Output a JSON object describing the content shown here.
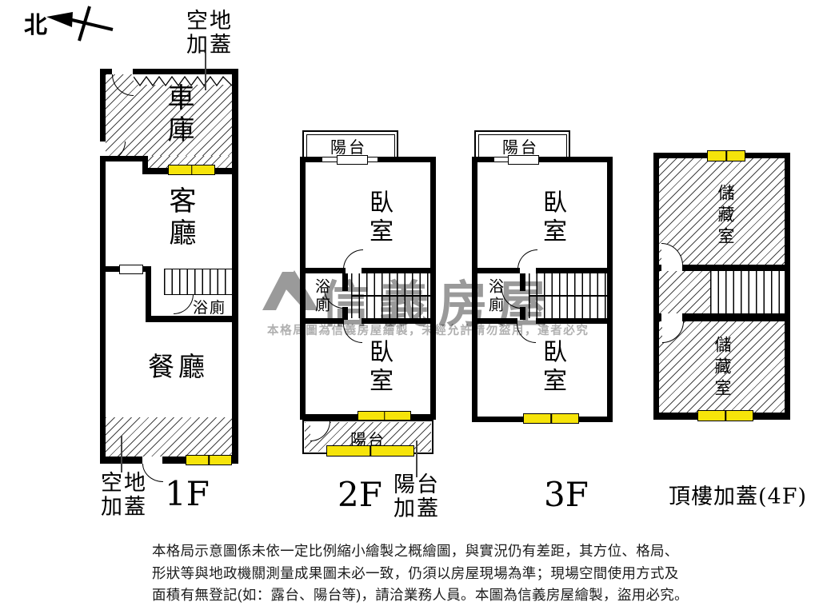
{
  "compass": {
    "north_label": "北"
  },
  "floor1": {
    "top_annex_line1": "空地",
    "top_annex_line2": "加蓋",
    "garage": "車庫",
    "living": "客廳",
    "bath": "浴廁",
    "dining": "餐廳",
    "bottom_annex_line1": "空地",
    "bottom_annex_line2": "加蓋",
    "floor_label": "1F"
  },
  "floor2": {
    "balcony_top": "陽台",
    "bedroom1": "臥室",
    "bath": "浴廁",
    "bedroom2": "臥室",
    "balcony_bottom": "陽台",
    "annex_line1": "陽台",
    "annex_line2": "加蓋",
    "floor_label": "2F"
  },
  "floor3": {
    "balcony_top": "陽台",
    "bedroom1": "臥室",
    "bath": "浴廁",
    "bedroom2": "臥室",
    "floor_label": "3F"
  },
  "floor4": {
    "storage1": "儲藏室",
    "storage2": "儲藏室",
    "floor_label": "頂樓加蓋(4F)"
  },
  "watermark": {
    "brand": "信義房屋",
    "notice": "本格局圖為信義房屋繪製，未經允許請勿盜用，違者必究"
  },
  "disclaimer": {
    "line1": "本格局示意圖係未依一定比例縮小繪製之概繪圖，與實況仍有差距，其方位、格局、",
    "line2": "形狀等與地政機關測量成果圖未必一致，仍須以房屋現場為準；現場空間使用方式及",
    "line3": "面積有無登記(如：露台、陽台等)，請洽業務人員。本圖為信義房屋繪製，盜用必究。"
  },
  "colors": {
    "wall": "#000000",
    "window": "#f6e40a",
    "watermark_gray": "#9a9a9a"
  }
}
